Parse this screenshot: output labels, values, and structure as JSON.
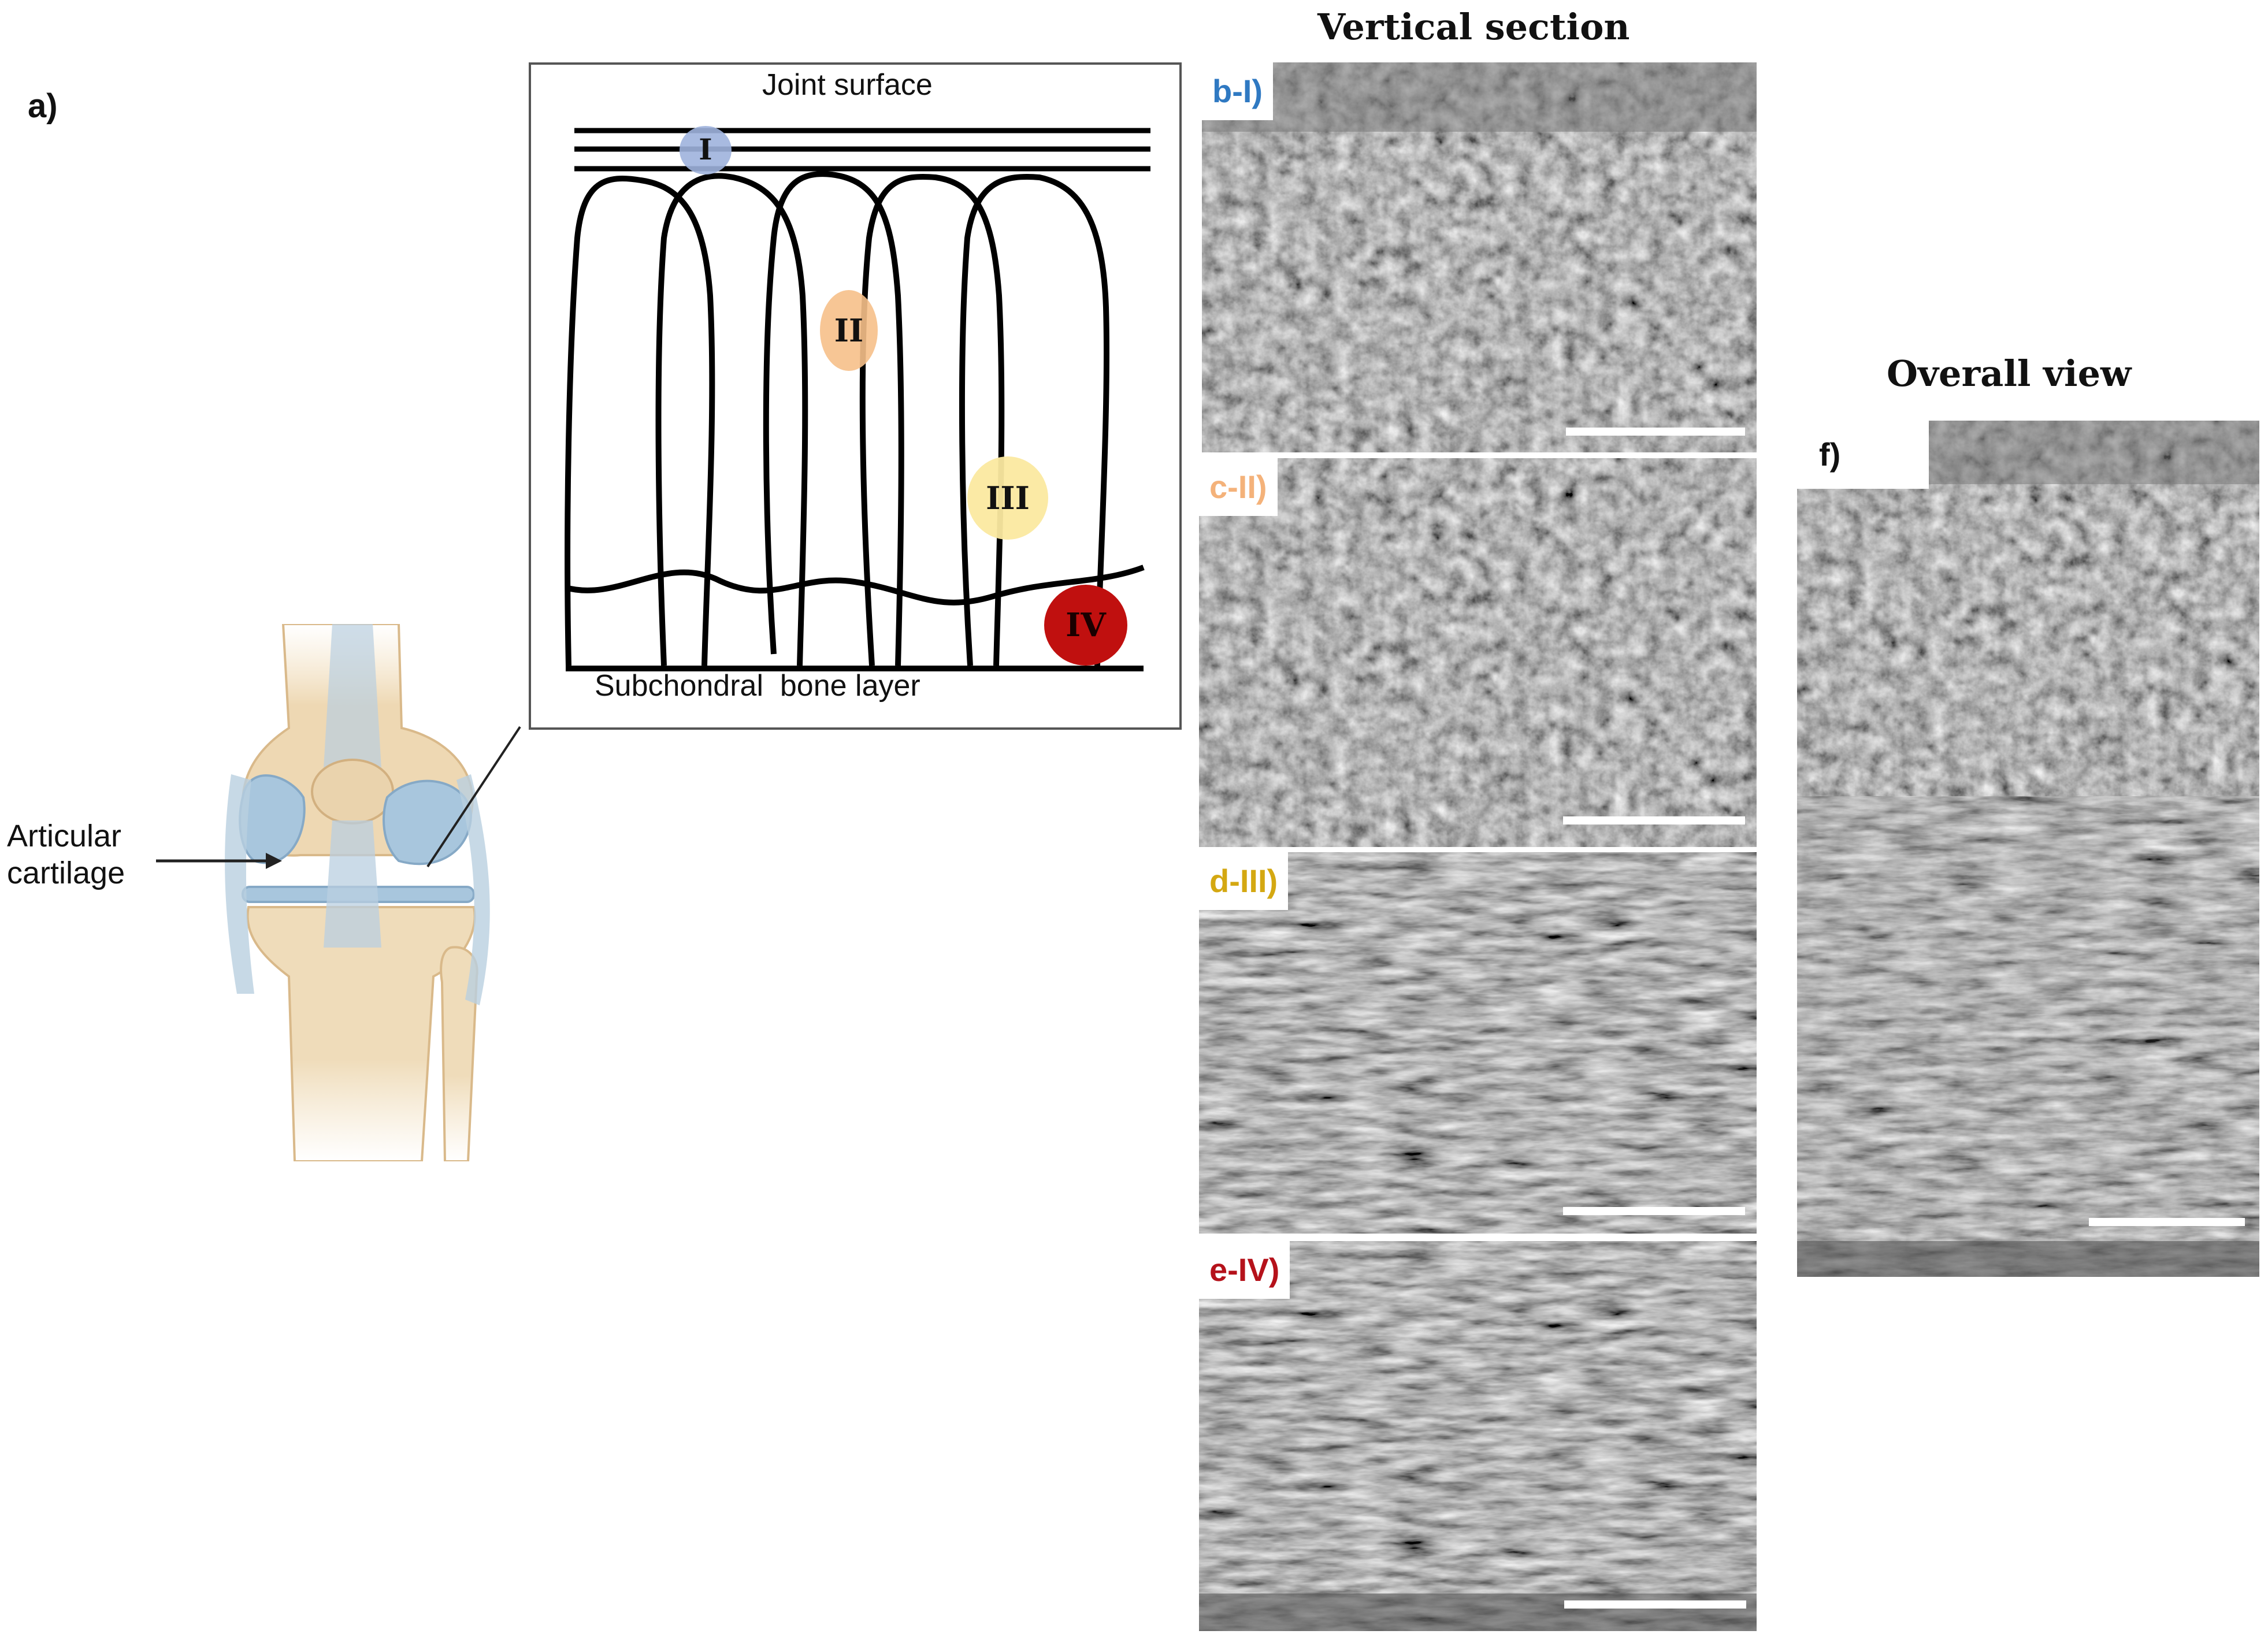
{
  "panel_a": {
    "label": "a)",
    "knee_callout": {
      "line1": "Articular",
      "line2": "cartilage"
    },
    "schematic": {
      "top_label": "Joint surface",
      "bottom_label": "Subchondral  bone layer",
      "zones": [
        {
          "roman": "I",
          "color": "#9fb3dd"
        },
        {
          "roman": "II",
          "color": "#f6c08a"
        },
        {
          "roman": "III",
          "color": "#fbe9a0"
        },
        {
          "roman": "IV",
          "color": "#c0100f"
        }
      ]
    }
  },
  "vertical_section": {
    "heading": "Vertical section",
    "panels": [
      {
        "label": "b-I)",
        "color": "#2f79c2"
      },
      {
        "label": "c-II)",
        "color": "#f4b27a"
      },
      {
        "label": "d-III)",
        "color": "#d4a812"
      },
      {
        "label": "e-IV)",
        "color": "#b5121b"
      }
    ]
  },
  "overall_view": {
    "heading": "Overall view",
    "label": "f)"
  }
}
